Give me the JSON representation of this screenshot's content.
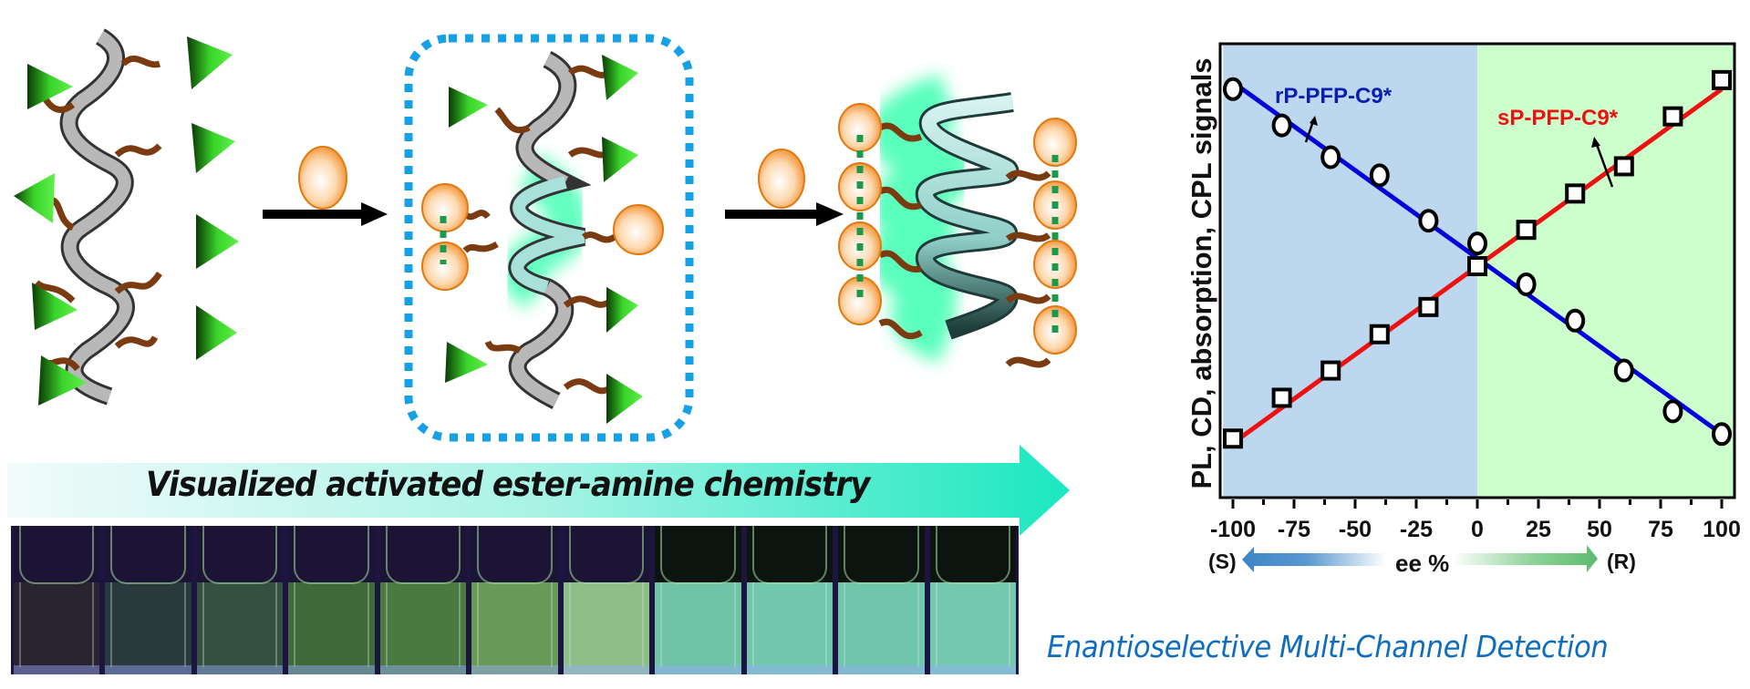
{
  "scheme": {
    "banner_text": "Visualized activated ester-amine chemistry",
    "stages": [
      "polymer-with-activated-esters",
      "partial-aminolysis-intermediate",
      "fully-reacted-helix"
    ],
    "reagent_icon": "amine-sphere-icon",
    "colors": {
      "backbone": "#a6a6a6",
      "helix": "#9fd8d2",
      "glow": "#3dffb0",
      "ester_cone": "#33cc22",
      "linker": "#7a3b10",
      "amine_sphere": "#f59a3a",
      "dashed_box": "#16a0e6",
      "hbond": "#1a9a4a",
      "banner_start": "#f2fbfb",
      "banner_end": "#1ae8c0"
    }
  },
  "photo": {
    "cuvette_count": 11,
    "cuvette_colors": [
      "#2a2430",
      "#2a3a3c",
      "#34503e",
      "#3e6a3a",
      "#4a7a40",
      "#6a9a58",
      "#8fbf88",
      "#6fc4a8",
      "#72c8ac",
      "#70c6aa",
      "#74c8ae"
    ]
  },
  "footer": {
    "title": "Enantioselective Multi-Channel Detection"
  },
  "chart_data": {
    "type": "line",
    "title": "",
    "xlabel": "ee %",
    "ylabel": "PL, CD, absorption, CPL signals",
    "x_left_note": "(S)",
    "x_right_note": "(R)",
    "xlim": [
      -104,
      106
    ],
    "ylim": [
      0,
      1
    ],
    "y_ticks_shown": false,
    "x_ticks": [
      -100,
      -75,
      -50,
      -25,
      0,
      25,
      50,
      75,
      100
    ],
    "x_tick_labels": [
      "-100",
      "-75",
      "-50",
      "-25",
      "0",
      "25",
      "50",
      "75",
      "100"
    ],
    "x_minor_ticks": [
      -87.5,
      -62.5,
      -37.5,
      -12.5,
      12.5,
      37.5,
      62.5,
      87.5
    ],
    "background_regions": [
      {
        "from": -104,
        "to": 0,
        "color": "#bdd7ee"
      },
      {
        "from": 0,
        "to": 106,
        "color": "#ccffcc"
      }
    ],
    "x": [
      -100,
      -80,
      -60,
      -40,
      -20,
      0,
      20,
      40,
      60,
      80,
      100
    ],
    "series": [
      {
        "name": "rP-PFP-C9*",
        "marker": "circle",
        "color": "#0000dd",
        "values": [
          0.9,
          0.82,
          0.75,
          0.71,
          0.61,
          0.56,
          0.47,
          0.39,
          0.28,
          0.19,
          0.14
        ],
        "fit": [
          0.915,
          0.14
        ]
      },
      {
        "name": "sP-PFP-C9*",
        "marker": "square",
        "color": "#ee1111",
        "values": [
          0.13,
          0.22,
          0.28,
          0.36,
          0.42,
          0.51,
          0.59,
          0.67,
          0.73,
          0.84,
          0.92
        ],
        "fit": [
          0.12,
          0.9
        ]
      }
    ],
    "grid": false,
    "legend": "inline-labels"
  }
}
